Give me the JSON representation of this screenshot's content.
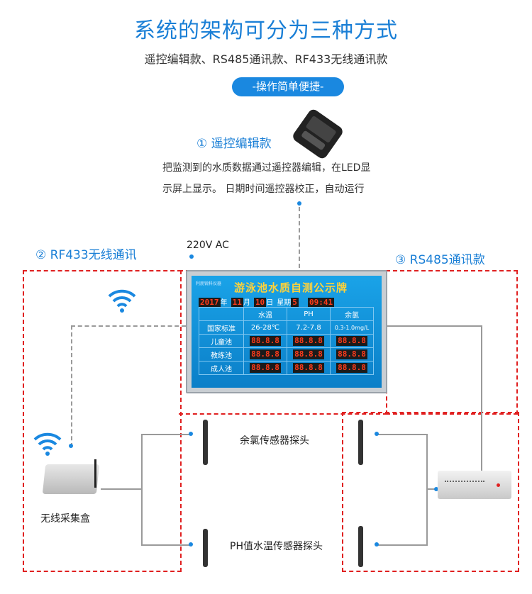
{
  "header": {
    "title": "系统的架构可分为三种方式",
    "subtitle": "遥控编辑款、RS485通讯款、RF433无线通讯款",
    "pill": "-操作简单便捷-"
  },
  "remote_section": {
    "title": "① 遥控编辑款",
    "desc_line1": "把监测到的水质数据通过遥控器编辑，在LED显",
    "desc_line2": "示屏上显示。 日期时间遥控器校正，自动运行"
  },
  "power_label": "220V AC",
  "rf_section": {
    "title": "② RF433无线通讯"
  },
  "rs_section": {
    "title": "③ RS485通讯款"
  },
  "board": {
    "logo": "利朋锐科仪器",
    "title": "游泳池水质自测公示牌",
    "date": {
      "year": "2017",
      "year_unit": "年",
      "month": "11",
      "month_unit": "月",
      "day": "10",
      "day_unit": "日",
      "weekday_label": "星期",
      "weekday": "5",
      "time": "09:41"
    },
    "columns": [
      "",
      "水温",
      "PH",
      "余氯"
    ],
    "rows": [
      [
        "国家标准",
        "26-28℃",
        "7.2-7.8",
        "0.3-1.0mg/L"
      ],
      [
        "儿童池",
        "88.8.8",
        "88.8.8",
        "88.8.8"
      ],
      [
        "教练池",
        "88.8.8",
        "88.8.8",
        "88.8.8"
      ],
      [
        "成人池",
        "88.8.8",
        "88.8.8",
        "88.8.8"
      ]
    ]
  },
  "labels": {
    "chlorine_probe": "余氯传感器探头",
    "ph_probe": "PH值水温传感器探头",
    "collector": "无线采集盒"
  },
  "colors": {
    "accent": "#1a88e0",
    "dashed_box": "#e02020",
    "led_text": "#ff3b1a",
    "board_title": "#ffd23a"
  }
}
